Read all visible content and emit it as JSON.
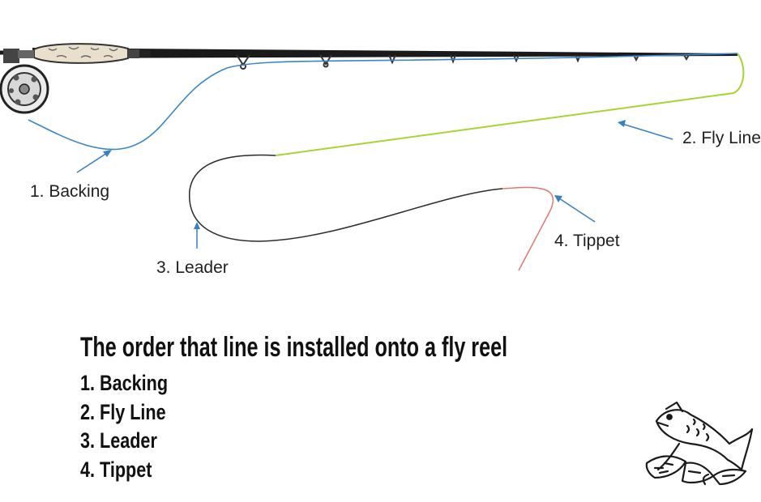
{
  "diagram": {
    "labels": {
      "backing": "1. Backing",
      "fly_line": "2. Fly Line",
      "leader": "3. Leader",
      "tippet": "4. Tippet"
    },
    "colors": {
      "backing": "#3a86c8",
      "fly_line": "#a6d432",
      "leader": "#2b2b2b",
      "tippet": "#e07a6c",
      "arrow": "#3a7fc0",
      "rod": "#1a1a1a"
    }
  },
  "heading": "The order that line is installed onto a fly reel",
  "order_list": [
    "1. Backing",
    "2. Fly Line",
    "3. Leader",
    "4. Tippet"
  ]
}
